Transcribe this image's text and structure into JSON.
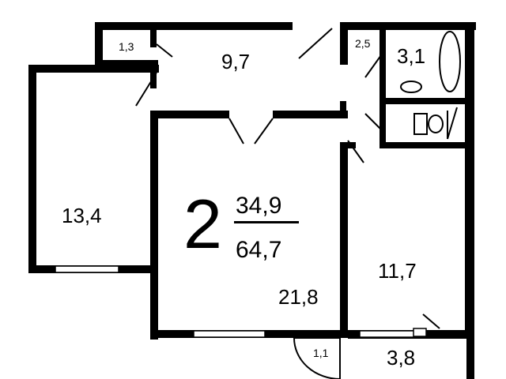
{
  "plan": {
    "rooms_count": "2",
    "living_area": "34,9",
    "total_area": "64,7",
    "areas": {
      "room_left": "13,4",
      "room_main": "21,8",
      "room_right": "11,7",
      "hallway": "9,7",
      "storage": "1,3",
      "wc": "2,5",
      "bathroom": "3,1",
      "balcony_small": "1,1",
      "balcony": "3,8"
    },
    "colors": {
      "line": "#000000",
      "background": "#ffffff"
    }
  }
}
